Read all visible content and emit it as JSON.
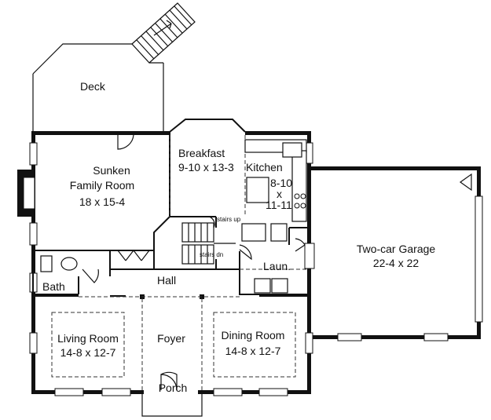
{
  "rooms": {
    "deck": {
      "name": "Deck"
    },
    "family": {
      "name1": "Sunken",
      "name2": "Family Room",
      "size": "18 x 15-4"
    },
    "breakfast": {
      "name": "Breakfast",
      "size": "9-10 x 13-3"
    },
    "kitchen": {
      "name": "Kitchen",
      "size1": "8-10",
      "size2": "x",
      "size3": "11-11"
    },
    "garage": {
      "name": "Two-car Garage",
      "size": "22-4 x 22"
    },
    "laundry": {
      "name": "Laun."
    },
    "bath": {
      "name": "Bath"
    },
    "hall": {
      "name": "Hall"
    },
    "living": {
      "name": "Living Room",
      "size": "14-8 x 12-7"
    },
    "foyer": {
      "name": "Foyer"
    },
    "dining": {
      "name": "Dining Room",
      "size": "14-8 x 12-7"
    },
    "porch": {
      "name": "Porch"
    }
  },
  "stairs": {
    "up": "stairs up",
    "down": "stairs dn"
  }
}
